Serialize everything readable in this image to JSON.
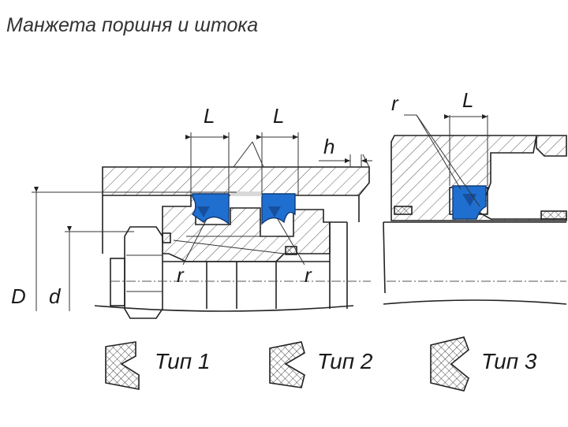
{
  "title": "Манжета поршня и штока",
  "labels": {
    "L": "L",
    "h": "h",
    "r": "r",
    "D": "D",
    "d": "d"
  },
  "types": [
    "Тип 1",
    "Тип 2",
    "Тип 3"
  ],
  "colors": {
    "seal": "#1f6fd0",
    "seal_dark": "#123a75",
    "line": "#222222",
    "gap": "#d9d9d9"
  }
}
